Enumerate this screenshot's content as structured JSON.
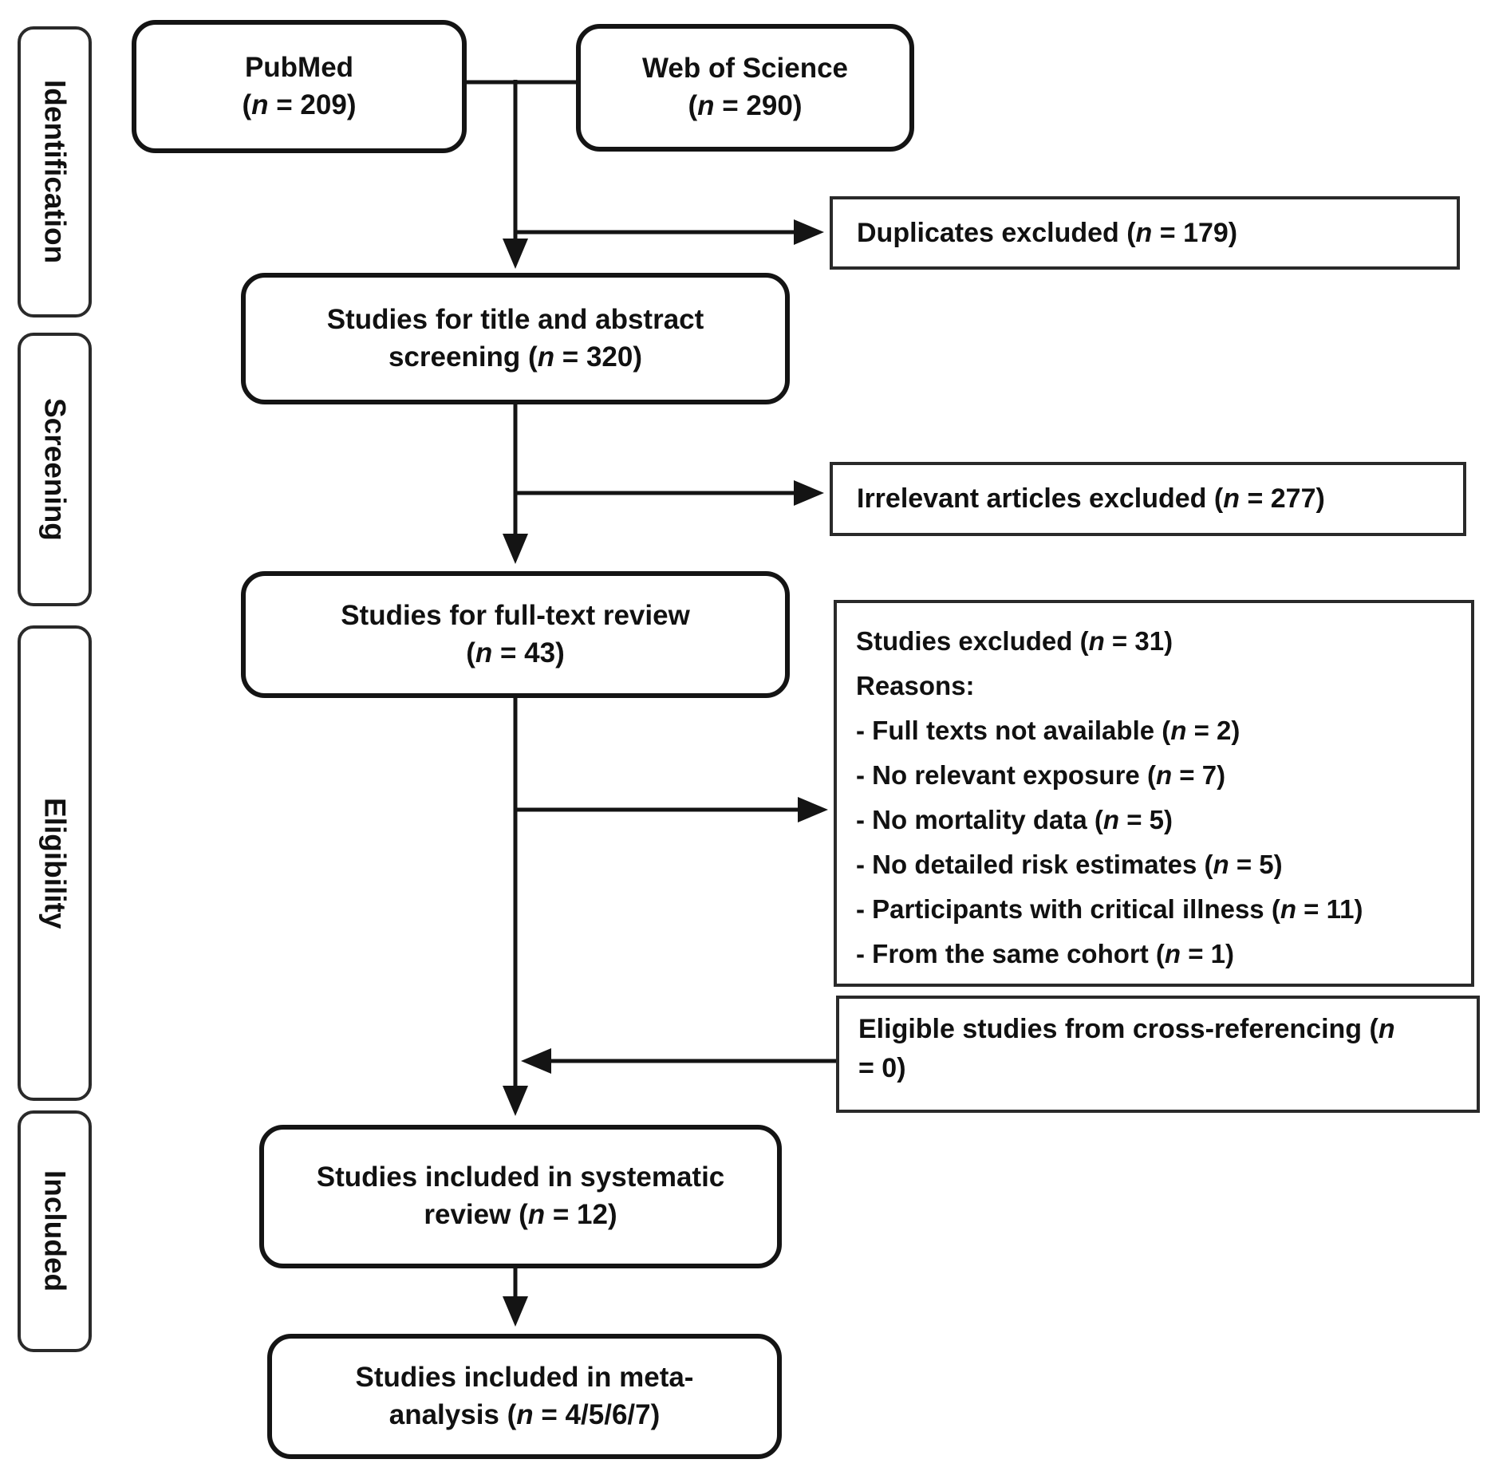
{
  "stages": {
    "identification": "Identification",
    "screening": "Screening",
    "eligibility": "Eligibility",
    "included": "Included"
  },
  "flow": {
    "pubmed": {
      "line1": "PubMed",
      "line2": "(n = 209)"
    },
    "web_of_science": {
      "line1": "Web of Science",
      "line2": "(n = 290)"
    },
    "title_abstract": {
      "line1": "Studies for title and abstract",
      "line2": "screening (n = 320)"
    },
    "full_text": {
      "line1": "Studies for full-text review",
      "line2": "(n = 43)"
    },
    "systematic_review": {
      "line1": "Studies included in systematic",
      "line2": "review (n = 12)"
    },
    "meta_analysis": {
      "line1": "Studies included in meta-",
      "line2": "analysis (n = 4/5/6/7)"
    }
  },
  "exclusions": {
    "duplicates": "Duplicates excluded (n = 179)",
    "irrelevant": "Irrelevant articles excluded (n = 277)",
    "full_text_excluded": {
      "lines": [
        "Studies excluded (n = 31)",
        "Reasons:",
        "- Full texts not available (n = 2)",
        "- No relevant exposure (n = 7)",
        "- No mortality data (n = 5)",
        "- No detailed risk estimates (n = 5)",
        "- Participants with critical illness (n = 11)",
        "- From the same cohort (n = 1)"
      ]
    },
    "cross_referencing": {
      "line1": "Eligible studies from cross-referencing (n",
      "line2": "= 0)"
    }
  },
  "colors": {
    "ink": "#141414",
    "background": "#ffffff"
  }
}
